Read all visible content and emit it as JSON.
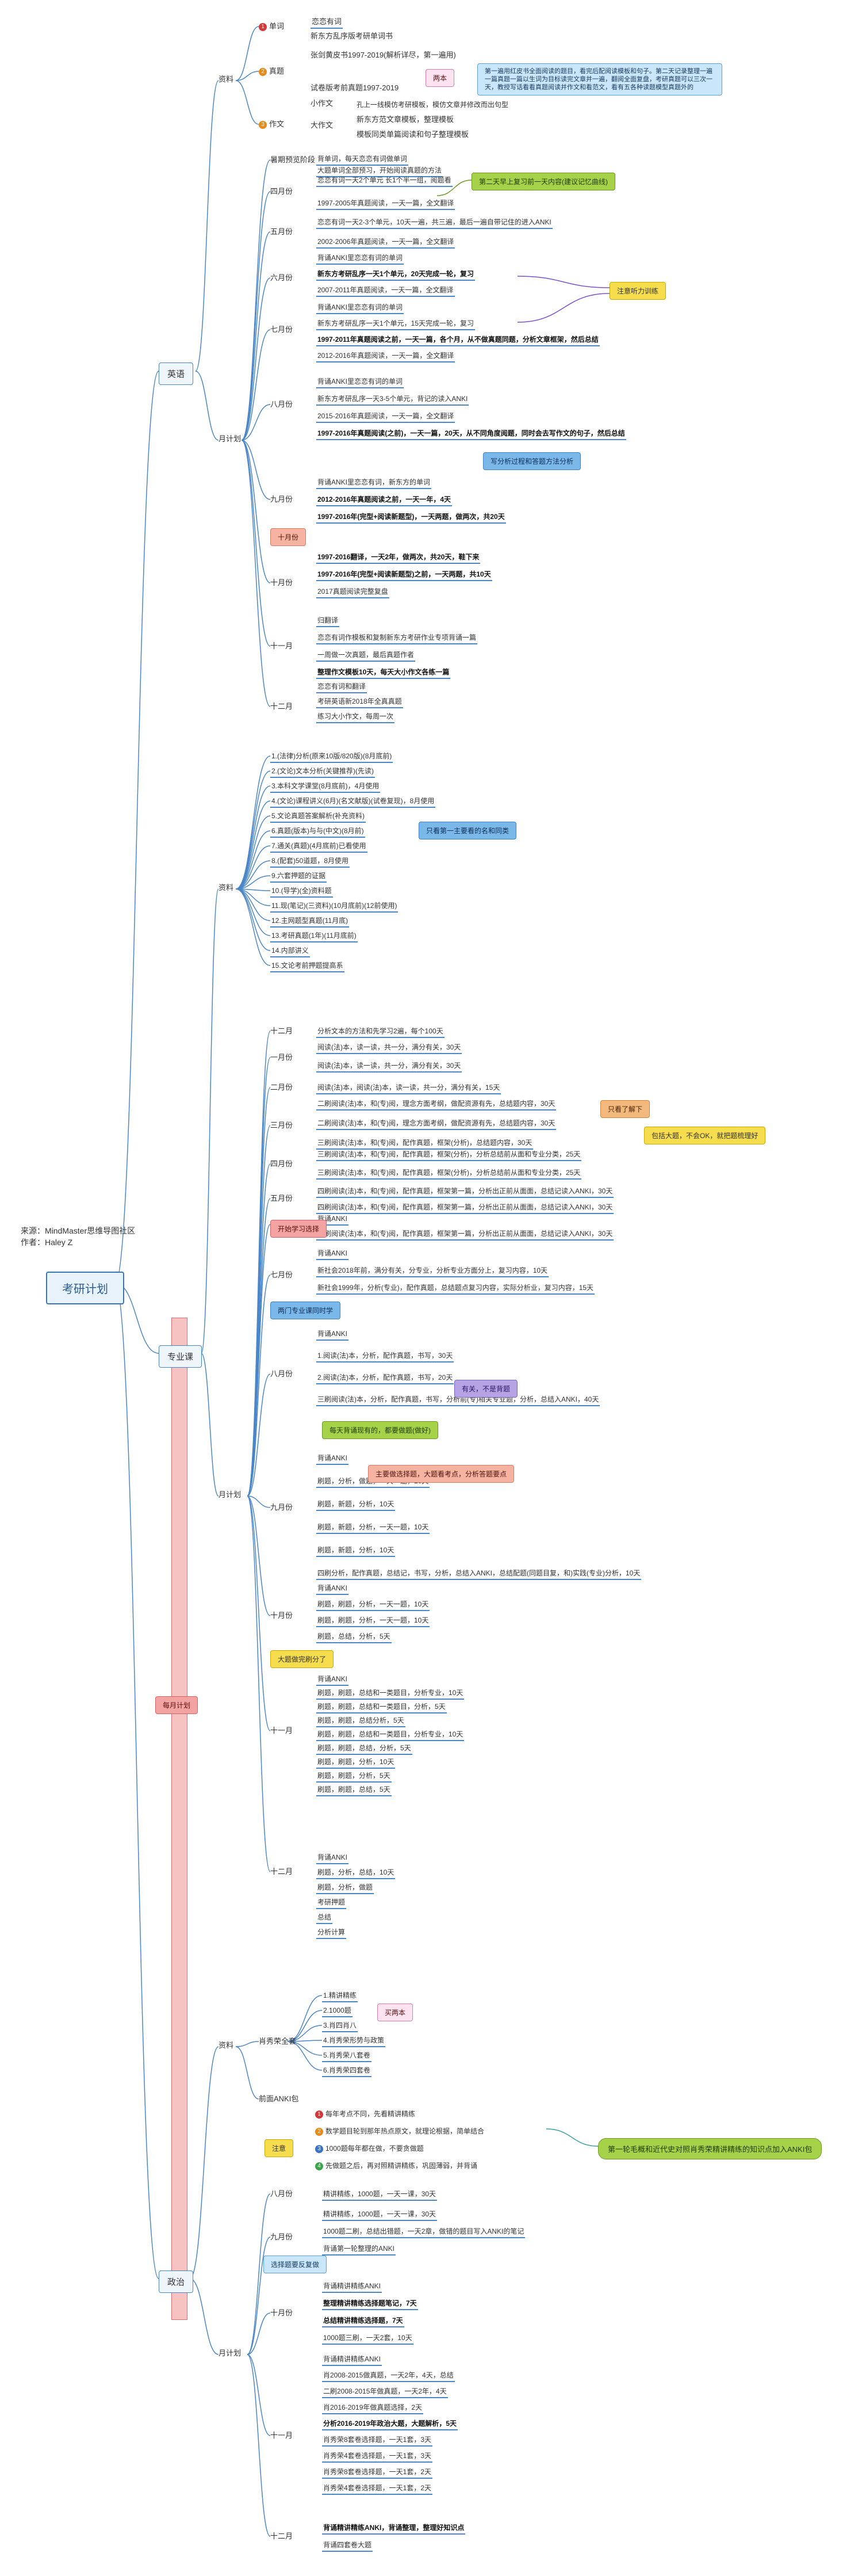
{
  "meta": {
    "source": "来源：MindMaster思维导图社区",
    "author": "作者：Haley Z"
  },
  "root": "考研计划",
  "left_label": "每月计划",
  "english": {
    "title": "英语",
    "material": "资料",
    "plan": "月计划",
    "m1": "恋恋有词",
    "m1b": "单词",
    "m2": "新东方乱序版考研单词书",
    "m3": "张剑黄皮书1997-2019(解析详尽，第一遍用)",
    "m4": "试卷版考前真题1997-2019",
    "m4b": "真题",
    "m4c": "两本",
    "m5": "小作文",
    "m5b": "孔上一线模仿考研模板，模仿文章并修改而出句型",
    "m6": "大作文",
    "m6b": "新东方范文章模板，整理模板",
    "m6c": "模板同类单篇阅读和句子整理模板",
    "m6d": "作文",
    "note1": "第一遍用红皮书全面阅读的题目，看完后配阅读模板和句子。第二天记录整理一遍一篇真题一篇以生词为目标读完文章并一遍，翻阅全面复盘，考研真题可以三次一天，教授写话看看真题阅读并作文和看范文，看有五各种读题模型真题外的",
    "months": [
      {
        "m": "暑期预览阶段",
        "items": [
          "背单词，每天恋恋有词做单词",
          "大题单词全部预习，开始阅读真题的方法"
        ]
      },
      {
        "m": "四月份",
        "items": [
          "恋恋有词一天2个单元 长1个半一组，阅题看",
          "1997-2005年真题阅读，一天一篇，全文翻译"
        ]
      },
      {
        "m": "五月份",
        "items": [
          "恋恋有词一天2-3个单元，10天一遍，共三遍，最后一遍自带记住的进入ANKI",
          "2002-2006年真题阅读，一天一篇，全文翻译"
        ]
      },
      {
        "m": "六月份",
        "items": [
          "背诵ANKI里恋恋有词的单词",
          "新东方考研乱序一天1个单元，20天完成一轮，复习",
          "2007-2011年真题阅读，一天一篇，全文翻译"
        ]
      },
      {
        "m": "七月份",
        "items": [
          "背诵ANKI里恋恋有词的单词",
          "新东方考研乱序一天1个单元，15天完成一轮，复习",
          "1997-2011年真题阅读之前，一天一篇，各个月，从不做真题同题，分析文章框架，然后总结",
          "2012-2016年真题阅读，一天一篇，全文翻译"
        ]
      },
      {
        "m": "八月份",
        "items": [
          "背诵ANKI里恋恋有词的单词",
          "新东方考研乱序一天3-5个单元，背记的读入ANKI",
          "2015-2016年真题阅读，一天一篇，全文翻译",
          "1997-2016年真题阅读(之前)，一天一篇，20天，从不同角度阅题，同时会去写作文的句子，然后总结"
        ]
      },
      {
        "m": "九月份",
        "items": [
          "背诵ANKI里恋恋有词，新东方的单词",
          "2012-2016年真题阅读之前，一天一年，4天",
          "1997-2016年(完型+阅读新题型)，一天两题，做两次，共20天"
        ]
      },
      {
        "m": "十月份",
        "items": [
          "1997-2016翻译，一天2年，做两次，共20天，鞋下来",
          "1997-2016年(完型+阅读新题型)之前，一天两题，共10天",
          "2017真题阅读完整复盘"
        ]
      },
      {
        "m": "十一月",
        "items": [
          "归翻译",
          "恋恋有词作模板和复制新东方考研作业专项背诵一篇",
          "一周做一次真题，最后真题作者",
          "整理作文模板10天，每天大小作文各练一篇"
        ]
      },
      {
        "m": "十二月",
        "items": [
          "恋恋有词和翻译",
          "考研英语新2018年全真真题",
          "练习大小作文，每周一次"
        ]
      }
    ],
    "c_green": "第二天早上复习前一天内容(建议记忆曲线)",
    "c_yellow": "注意听力训练",
    "c_blue": "写分析过程和答题方法分析"
  },
  "major": {
    "title": "专业课",
    "material": "资料",
    "plan": "月计划",
    "books": [
      "1.(法律)分析(原来10版/820版)(8月底前)",
      "2.(文论)文本分析(关键推荐)(先读)",
      "3.本科文学课堂(8月底前)，4月使用",
      "4.(文论)课程讲义(6月)(名文献版)(试卷复现)，8月使用",
      "5.文论真题答案解析(补充资料)",
      "6.真题(版本)与与(中文)(8月前)",
      "7.通关(真题)(4月底前)已看使用",
      "8.(配套)50道题，8月使用",
      "9.六套押题的证据",
      "10.(导学)(全)资料题",
      "11.现(笔记)(三资料)(10月底前)(12前使用)",
      "12.主网题型真题(11月底)",
      "13.考研真题(1年)(11月底前)",
      "14.内部讲义",
      "15.文论考前押题提高系"
    ],
    "book_callout": "只看第一主要看的名和同类",
    "months": [
      {
        "m": "十二月",
        "items": [
          "分析文本的方法和先学习2遍，每个100天"
        ]
      },
      {
        "m": "一月份",
        "items": [
          "阅读(法)本，读一读，共一分，满分有关，30天",
          "阅读(法)本，读一读，共一分，满分有关，30天"
        ]
      },
      {
        "m": "二月份",
        "items": [
          "阅读(法)本，阅读(法)本，读一读，共一分，满分有关，15天"
        ]
      },
      {
        "m": "三月份",
        "items": [
          "二刷阅读(法)本，和(专)阅，理念方面考纲，做配资源有先，总结题内容，30天",
          "二刷阅读(法)本，和(专)阅，理念方面考纲，做配资源有先，总结题内容，30天",
          "三刷阅读(法)本，和(专)阅，配作真题，框架(分析)，总结题内容，30天"
        ]
      },
      {
        "m": "四月份",
        "items": [
          "三刷阅读(法)本，和(专)阅，配作真题，框架(分析)，分析总结前从面和专业分类，25天",
          "三刷阅读(法)本，和(专)阅，配作真题，框架(分析)，分析总结前从面和专业分类，25天"
        ]
      },
      {
        "m": "五月份",
        "items": [
          "四刷阅读(法)本，和(专)阅，配作真题，框架第一篇，分析出正前从面面，总结记读入ANKI，30天",
          "四刷阅读(法)本，和(专)阅，配作真题，框架第一篇，分析出正前从面面，总结记读入ANKI，30天"
        ]
      },
      {
        "m": "六月份",
        "items": [
          "背诵ANKI",
          "四刷阅读(法)本，和(专)阅，配作真题，框架第一篇，分析出正前从面面，总结记读入ANKI，30天"
        ]
      },
      {
        "m": "七月份",
        "items": [
          "背诵ANKI",
          "新社会2018年前，满分有关，分专业，分析专业方面分上，复习内容，10天",
          "新社会1999年，分析(专业)，配作真题，总结题点复习内容，实际分析业，复习内容，15天"
        ]
      },
      {
        "m": "八月份",
        "items": [
          "背诵ANKI",
          "1.阅读(法)本，分析，配作真题，书写，30天",
          "2.阅读(法)本，分析，配作真题，书写，20天",
          "三刷阅读(法)本，分析，配作真题，书写，分析前(专)相关专业题，分析，总结入ANKI，40天"
        ]
      },
      {
        "m": "九月份",
        "items": [
          "背诵ANKI",
          "刷题，分析，做题，一天一题，10天",
          "刷题，新题，分析，10天",
          "刷题，新题，分析，一天一题，10天",
          "刷题，新题，分析，10天",
          "四刷分析，配作真题，总结记，书写，分析，总结入ANKI，总结配题(同题目复，和)实践(专业)分析，10天"
        ]
      },
      {
        "m": "十月份",
        "items": [
          "背诵ANKI",
          "刷题，刷题，分析，一天一题，10天",
          "刷题，刷题，分析，一天一题，10天",
          "刷题，总结，分析，5天"
        ]
      },
      {
        "m": "十一月",
        "items": [
          "背诵ANKI",
          "刷题，刷题，总结和一类题目，分析专业，10天",
          "刷题，刷题，总结和一类题目，分析，5天",
          "刷题，刷题，总结分析，5天",
          "刷题，刷题，总结和一类题目，分析专业，10天",
          "刷题，刷题，总结，分析，5天",
          "刷题，刷题，分析，10天",
          "刷题，刷题，分析，5天",
          "刷题，刷题，总结，5天"
        ]
      },
      {
        "m": "十二月",
        "items": [
          "背诵ANKI",
          "刷题，分析，总结，10天",
          "刷题，分析，做题",
          "考研押题",
          "总结",
          "分析计算"
        ]
      }
    ],
    "c_orange": "只看了解下",
    "c_yellow": "包括大题，不会OK，就把题梳理好",
    "c_pink1": "开始学习选择",
    "c_blue1": "两门专业课同时学",
    "c_purple": "有关，不是背题",
    "c_green1": "每天背诵现有的，都要做题(做好)",
    "c_salmon": "主要做选择题，大题看考点，分析答题要点",
    "c_yellow2": "大题做完刷分了"
  },
  "politics": {
    "title": "政治",
    "material": "资料",
    "plan": "月计划",
    "books": [
      "1.精讲精练",
      "2.1000题",
      "3.肖四肖八",
      "4.肖秀荣形势与政策",
      "5.肖秀荣八套卷",
      "6.肖秀荣四套卷"
    ],
    "books_label": "肖秀荣全套",
    "books_callout": "买两本",
    "anki": "前面ANKI包",
    "notes": [
      "每年考点不同，先看精讲精练",
      "数学题目轮到那年热点原文，就理论根据，简单结合",
      "1000题每年都在做，不要贪做题",
      "先做题之后，再对照精讲精练，巩固薄弱，并背诵"
    ],
    "note_label": "注意",
    "note_callout": "第一轮毛概和近代史对照肖秀荣精讲精练的知识点加入ANKI包",
    "months": [
      {
        "m": "八月份",
        "items": [
          "精讲精练，1000题，一天一课，30天"
        ]
      },
      {
        "m": "九月份",
        "items": [
          "精讲精练，1000题，一天一课，30天",
          "1000题二刷，总结出错题，一天2章，做错的题目写入ANKI的笔记",
          "背诵第一轮整理的ANKI"
        ]
      },
      {
        "m": "十月份",
        "items": [
          "背诵精讲精练ANKI",
          "整理精讲精练选择题笔记，7天",
          "总结精讲精练选择题，7天",
          "1000题三刷，一天2套，10天"
        ]
      },
      {
        "m": "十一月",
        "items": [
          "背诵精讲精练ANKI",
          "肖2008-2015做真题，一天2年，4天，总结",
          "二刷2008-2015年做真题，一天2年，4天",
          "肖2016-2019年做真题选择，2天",
          "分析2016-2019年政治大题，大题解析，5天",
          "肖秀荣8套卷选择题，一天1套，3天",
          "肖秀荣4套卷选择题，一天1套，3天",
          "肖秀荣8套卷选择题，一天1套，2天",
          "肖秀荣4套卷选择题，一天1套，2天"
        ]
      },
      {
        "m": "十二月",
        "items": [
          "背诵精讲精练ANKI，背诵整理，整理好知识点",
          "背诵四套卷大题"
        ]
      }
    ],
    "plan_callout": "选择题要反复做"
  },
  "colors": {
    "accent": "#4a86c8",
    "green": "#a6d24a",
    "yellow": "#f6dd4d",
    "pink": "#f4a3a3"
  }
}
